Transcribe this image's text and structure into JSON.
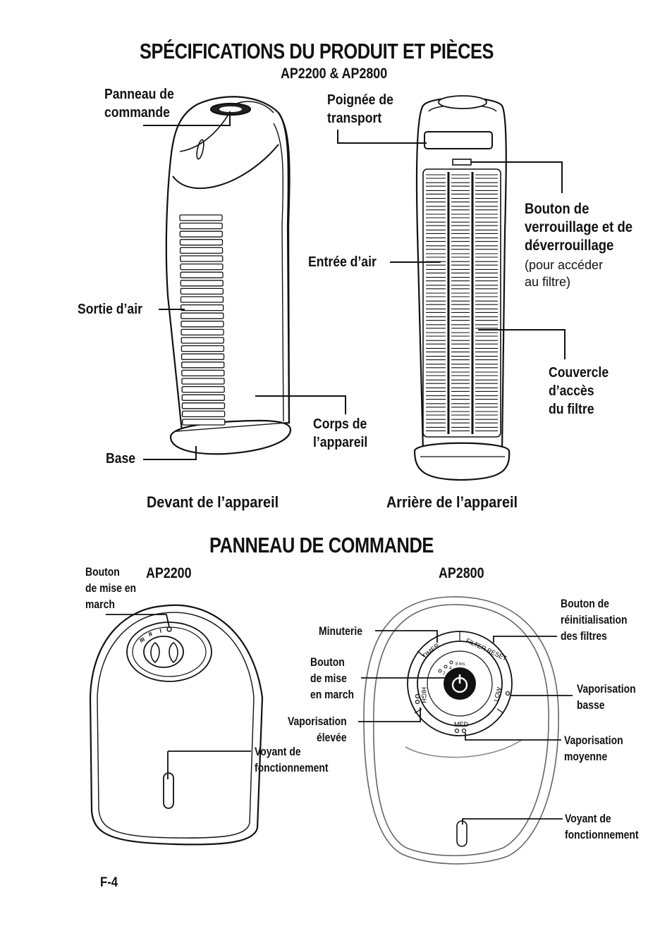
{
  "title": "SPÉCIFICATIONS DU PRODUIT ET PIÈCES",
  "models": "AP2200 & AP2800",
  "parts": {
    "panneau": "Panneau de\ncommande",
    "poignee": "Poignée de\ntransport",
    "bouton_verrou": "Bouton de\nverrouillage et de\ndéverrouillage",
    "bouton_verrou_note": "(pour accéder\nau filtre)",
    "entree": "Entrée d’air",
    "sortie": "Sortie d’air",
    "couvercle": "Couvercle\nd’accès\ndu filtre",
    "corps": "Corps de\nl’appareil",
    "base": "Base"
  },
  "captions": {
    "devant": "Devant de l’appareil",
    "arriere": "Arrière de l’appareil"
  },
  "panel_title": "PANNEAU DE COMMANDE",
  "ap2200": {
    "model": "AP2200",
    "bouton": "Bouton\nde mise en\nmarch",
    "voyant": "Voyant de\nfonctionnement",
    "knob_marks": [
      "III",
      "II",
      "I"
    ]
  },
  "ap2800": {
    "model": "AP2800",
    "minuterie": "Minuterie",
    "bouton": "Bouton\nde mise\nen march",
    "vap_elevee": "Vaporisation\nélevée",
    "reinit": "Bouton de\nréinitialisation\ndes filtres",
    "vap_basse": "Vaporisation\nbasse",
    "vap_moyenne": "Vaporisation\nmoyenne",
    "voyant": "Voyant de\nfonctionnement",
    "ring": {
      "timer": "TIMER",
      "filter_reset": "FILTER RESET",
      "high": "HIGH",
      "low": "LOW",
      "med": "MED",
      "hours": [
        "2",
        "4",
        "8 hrs"
      ]
    }
  },
  "page_number": "F-4"
}
